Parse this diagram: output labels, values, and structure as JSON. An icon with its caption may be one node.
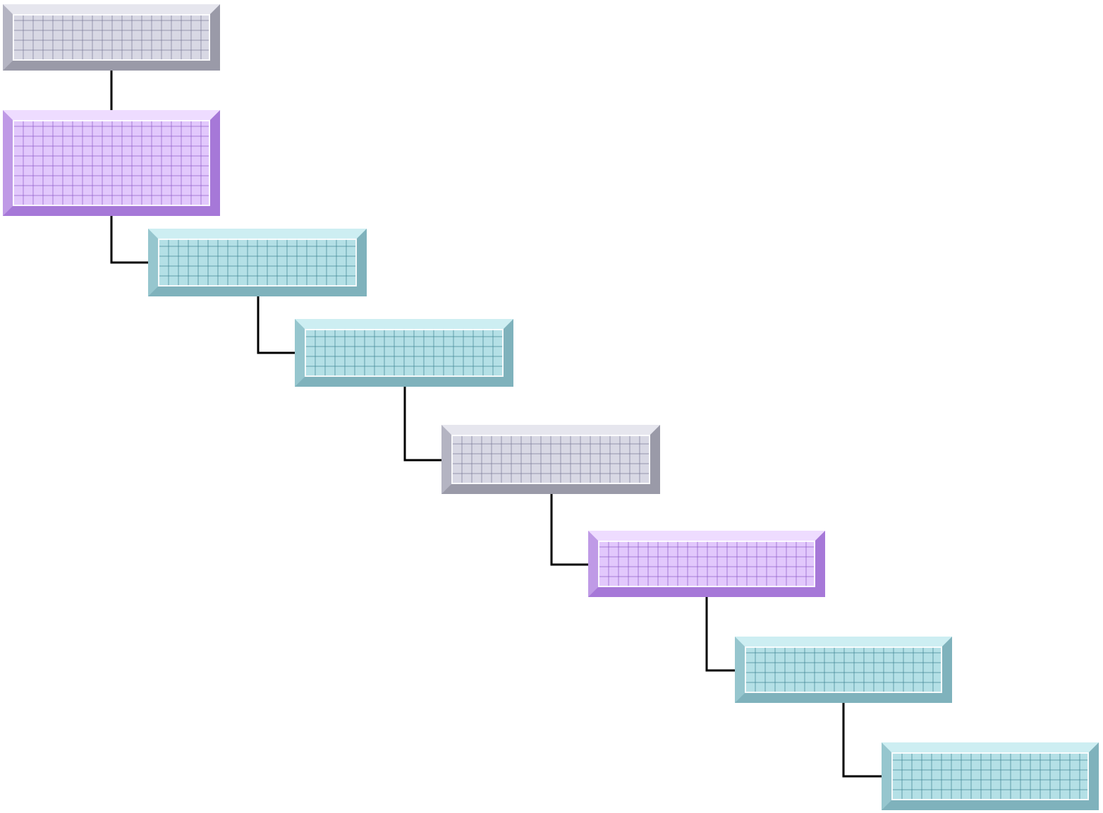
{
  "diagram": {
    "nodes": [
      {
        "text": [],
        "shape": "box"
      },
      {
        "text": [],
        "shape": "box"
      },
      {
        "text": [],
        "shape": "box"
      },
      {
        "text": [],
        "shape": "box"
      },
      {
        "text": [],
        "shape": "box"
      },
      {
        "text": [],
        "shape": "box"
      },
      {
        "text": [],
        "shape": "box"
      },
      {
        "text": [],
        "shape": "box"
      }
    ],
    "edges": [
      {
        "from": 0,
        "to": 1,
        "arrow": "none"
      },
      {
        "from": 1,
        "to": 2,
        "arrow": "none"
      },
      {
        "from": 2,
        "to": 3,
        "arrow": "none"
      },
      {
        "from": 3,
        "to": 4,
        "arrow": "none"
      },
      {
        "from": 4,
        "to": 5,
        "arrow": "none"
      },
      {
        "from": 5,
        "to": 6,
        "arrow": "none"
      },
      {
        "from": 6,
        "to": 7,
        "arrow": "none"
      }
    ]
  }
}
